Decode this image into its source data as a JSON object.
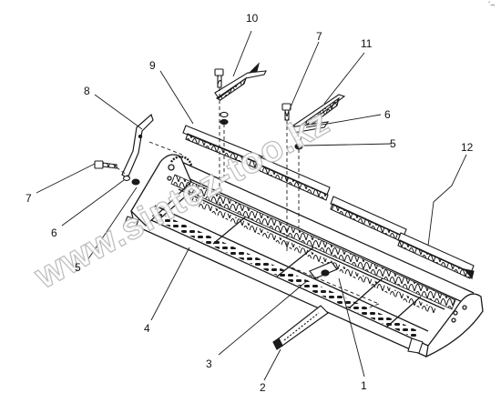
{
  "corner_mark": "´–",
  "watermark": "www.sintez-too.kz",
  "callouts": [
    {
      "id": "c1",
      "text": "1"
    },
    {
      "id": "c2",
      "text": "2"
    },
    {
      "id": "c3",
      "text": "3"
    },
    {
      "id": "c4",
      "text": "4"
    },
    {
      "id": "c5l",
      "text": "5"
    },
    {
      "id": "c5r",
      "text": "5"
    },
    {
      "id": "c6l",
      "text": "6"
    },
    {
      "id": "c6r",
      "text": "6"
    },
    {
      "id": "c7l",
      "text": "7"
    },
    {
      "id": "c7r",
      "text": "7"
    },
    {
      "id": "c8",
      "text": "8"
    },
    {
      "id": "c9",
      "text": "9"
    },
    {
      "id": "c10",
      "text": "10"
    },
    {
      "id": "c11",
      "text": "11"
    },
    {
      "id": "c12",
      "text": "12"
    }
  ],
  "colors": {
    "line": "#1a1a1a",
    "watermark_stroke": "#b9b9b9",
    "background": "#ffffff"
  }
}
